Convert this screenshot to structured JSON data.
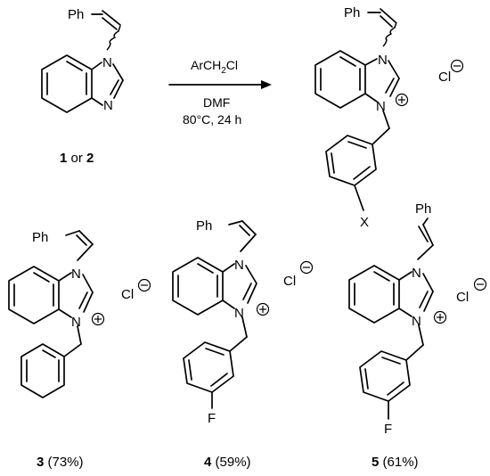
{
  "reaction": {
    "reagent_main": "ArCH",
    "reagent_sub": "2",
    "reagent_tail": "Cl",
    "solvent": "DMF",
    "conditions": "80°C, 24 h"
  },
  "labels": {
    "ph": "Ph",
    "n": "N",
    "chloride": "Cl",
    "fluorine": "F",
    "x_sub": "X"
  },
  "starting_material": {
    "num_a": "1",
    "joiner": " or ",
    "num_b": "2"
  },
  "compounds": [
    {
      "num": "3",
      "yield": " (73%)"
    },
    {
      "num": "4",
      "yield": " (59%)"
    },
    {
      "num": "5",
      "yield": " (61%)"
    }
  ]
}
